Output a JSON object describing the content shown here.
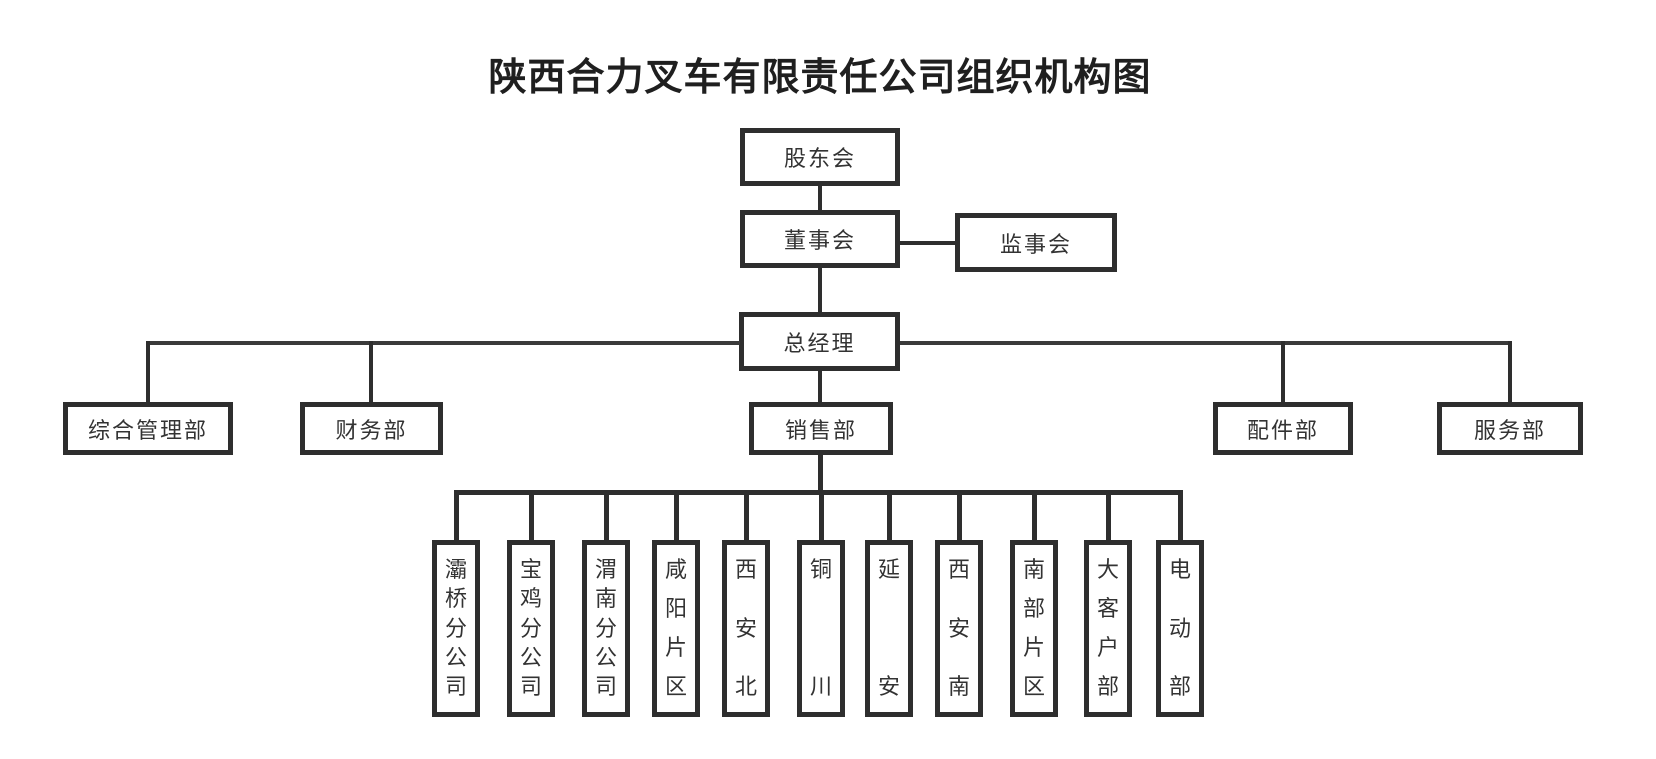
{
  "title": "陕西合力叉车有限责任公司组织机构图",
  "org": {
    "shareholders": {
      "label": "股东会"
    },
    "board": {
      "label": "董事会"
    },
    "supervisors": {
      "label": "监事会"
    },
    "general_manager": {
      "label": "总经理"
    },
    "departments": [
      {
        "label": "综合管理部"
      },
      {
        "label": "财务部"
      },
      {
        "label": "销售部"
      },
      {
        "label": "配件部"
      },
      {
        "label": "服务部"
      }
    ],
    "sales_children": [
      {
        "label": "灞桥分公司"
      },
      {
        "label": "宝鸡分公司"
      },
      {
        "label": "渭南分公司"
      },
      {
        "label": "咸阳片区"
      },
      {
        "label": "西安北"
      },
      {
        "label": "铜川"
      },
      {
        "label": "延安"
      },
      {
        "label": "西安南"
      },
      {
        "label": "南部片区"
      },
      {
        "label": "大客户部"
      },
      {
        "label": "电动部"
      }
    ]
  },
  "colors": {
    "line": "#2e2e2e",
    "text": "#333333",
    "title_text": "#1f1f1f",
    "background": "#ffffff"
  }
}
